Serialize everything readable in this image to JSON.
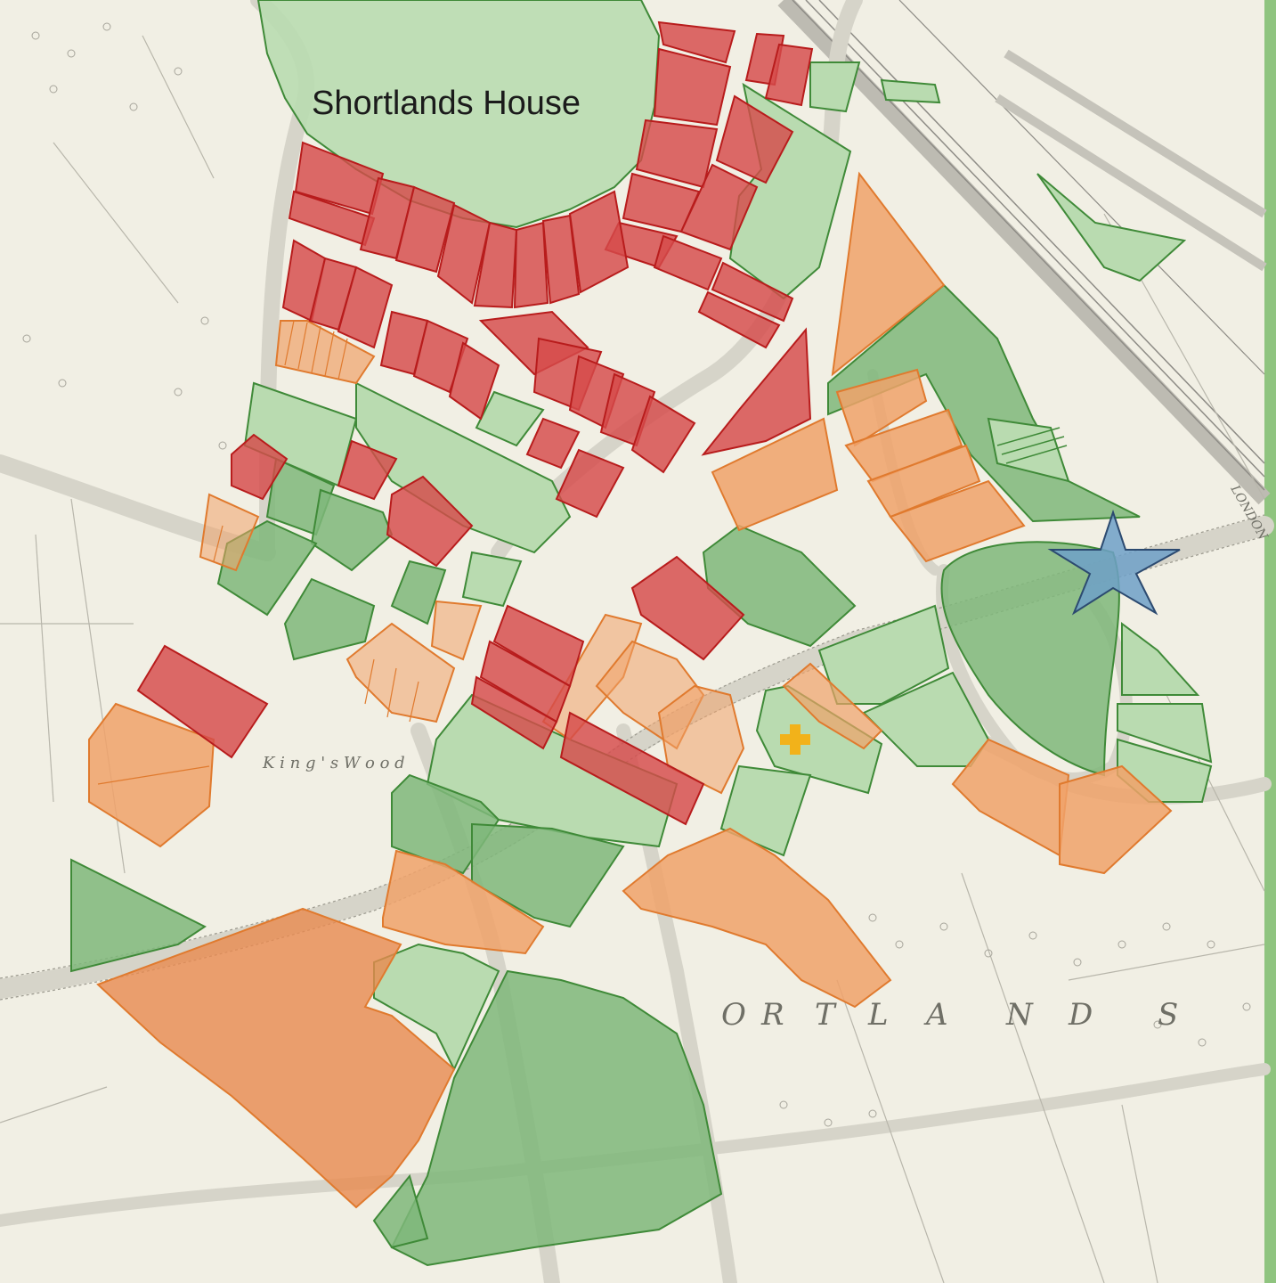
{
  "map": {
    "title": "Shortlands House",
    "labels": {
      "shortlands": [
        "O",
        "R",
        "T",
        "L",
        "A",
        "N",
        "D",
        "S"
      ],
      "kings_wood": [
        "K",
        "i",
        "n",
        "g",
        "'",
        "s",
        "W",
        "o",
        "o",
        "d"
      ],
      "london": "LONDON"
    },
    "colors": {
      "background": "#f1efe4",
      "red_fill": "#d64a4a",
      "red_stroke": "#b81c1c",
      "orange_fill": "#f0a26a",
      "orange_stroke": "#e07a2e",
      "green_fill": "#7fb77a",
      "green_stroke": "#3f8a38",
      "light_green_fill": "#b9dbb0",
      "border_green": "#8fc47f",
      "star_fill": "#6fa0c8",
      "star_stroke": "#2c4a70",
      "church_cross": "#f2b21a"
    },
    "icons": {
      "star": "star-icon",
      "church": "cross-icon"
    }
  }
}
